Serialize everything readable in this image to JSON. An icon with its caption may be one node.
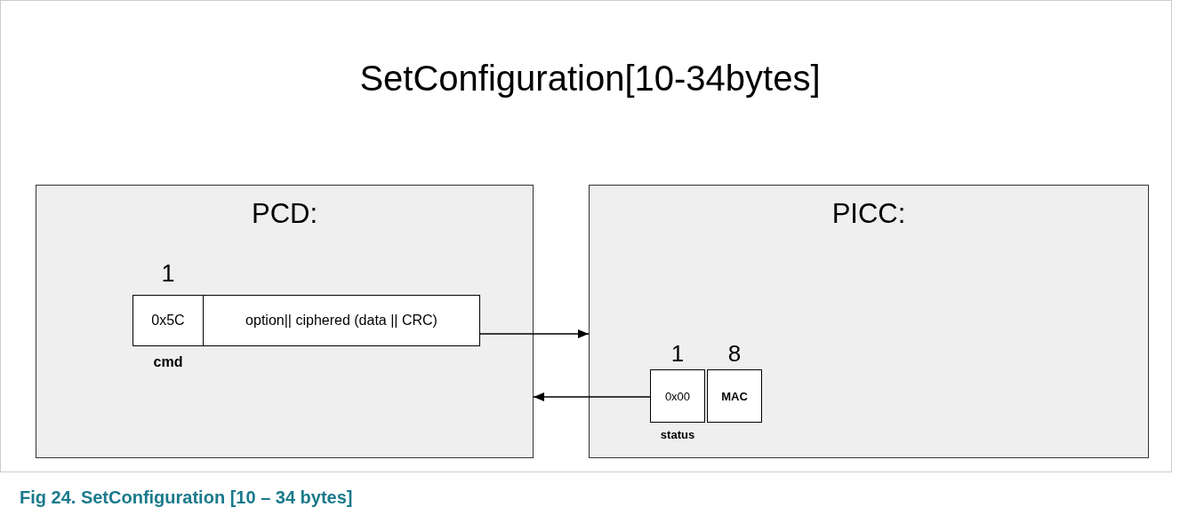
{
  "diagram": {
    "title": "SetConfiguration[10-34bytes]",
    "caption": "Fig 24. SetConfiguration [10 – 34 bytes]",
    "nodes": [
      {
        "text": [
          "PCD:"
        ]
      },
      {
        "text": [
          "0x5C"
        ],
        "in": 0,
        "beside": [
          "1",
          "cmd"
        ]
      },
      {
        "text": [
          "option|| ciphered (data || CRC)"
        ],
        "in": 0
      },
      {
        "text": [
          "PICC:"
        ]
      },
      {
        "text": [
          "0x00"
        ],
        "in": 3,
        "beside": [
          "1",
          "status"
        ]
      },
      {
        "text": [
          "MAC"
        ],
        "in": 3,
        "beside": [
          "8"
        ]
      }
    ],
    "edges": [
      {
        "from": 2,
        "to": 3,
        "arrow": "to"
      },
      {
        "from": 4,
        "to": 0,
        "arrow": "to"
      }
    ]
  }
}
